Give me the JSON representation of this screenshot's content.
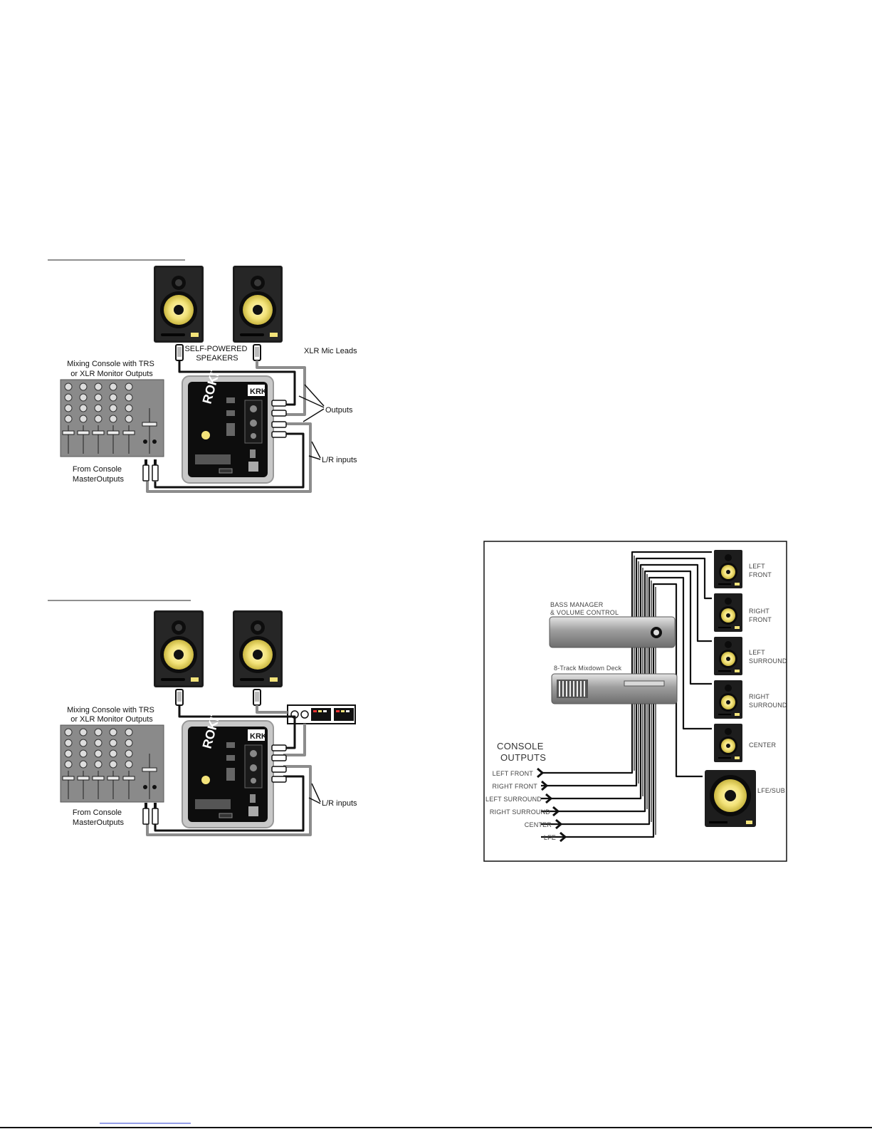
{
  "diagram1": {
    "labels": {
      "speakers": [
        "SELF-POWERED",
        "SPEAKERS"
      ],
      "xlr": "XLR Mic Leads",
      "console": [
        "Mixing Console with TRS",
        "or XLR Monitor Outputs"
      ],
      "outputs": "Outputs",
      "lr_inputs": "L/R inputs",
      "from_console": [
        "From Console",
        "MasterOutputs"
      ]
    }
  },
  "diagram2": {
    "labels": {
      "console": [
        "Mixing Console with TRS",
        "or XLR Monitor Outputs"
      ],
      "lr_inputs": "L/R inputs",
      "from_console": [
        "From Console",
        "MasterOutputs"
      ]
    }
  },
  "diagram3": {
    "bass_manager": [
      "BASS MANAGER",
      "& VOLUME CONTROL"
    ],
    "deck": "8-Track Mixdown Deck",
    "console_outputs": [
      "CONSOLE",
      "OUTPUTS"
    ],
    "inputs": [
      "LEFT FRONT",
      "RIGHT FRONT",
      "LEFT SURROUND",
      "RIGHT SURROUND",
      "CENTER",
      "LFE"
    ],
    "speakers": [
      [
        "LEFT",
        "FRONT"
      ],
      [
        "RIGHT",
        "FRONT"
      ],
      [
        "LEFT",
        "SURROUND"
      ],
      [
        "RIGHT",
        "SURROUND"
      ],
      [
        "CENTER"
      ],
      [
        "LFE/SUB"
      ]
    ]
  },
  "colors": {
    "cone": "#f3e37a",
    "cabinet": "#1a1a1a",
    "grey_cable": "#8c8c8c"
  },
  "brand_marks": [
    "ROKIT",
    "KRK"
  ]
}
